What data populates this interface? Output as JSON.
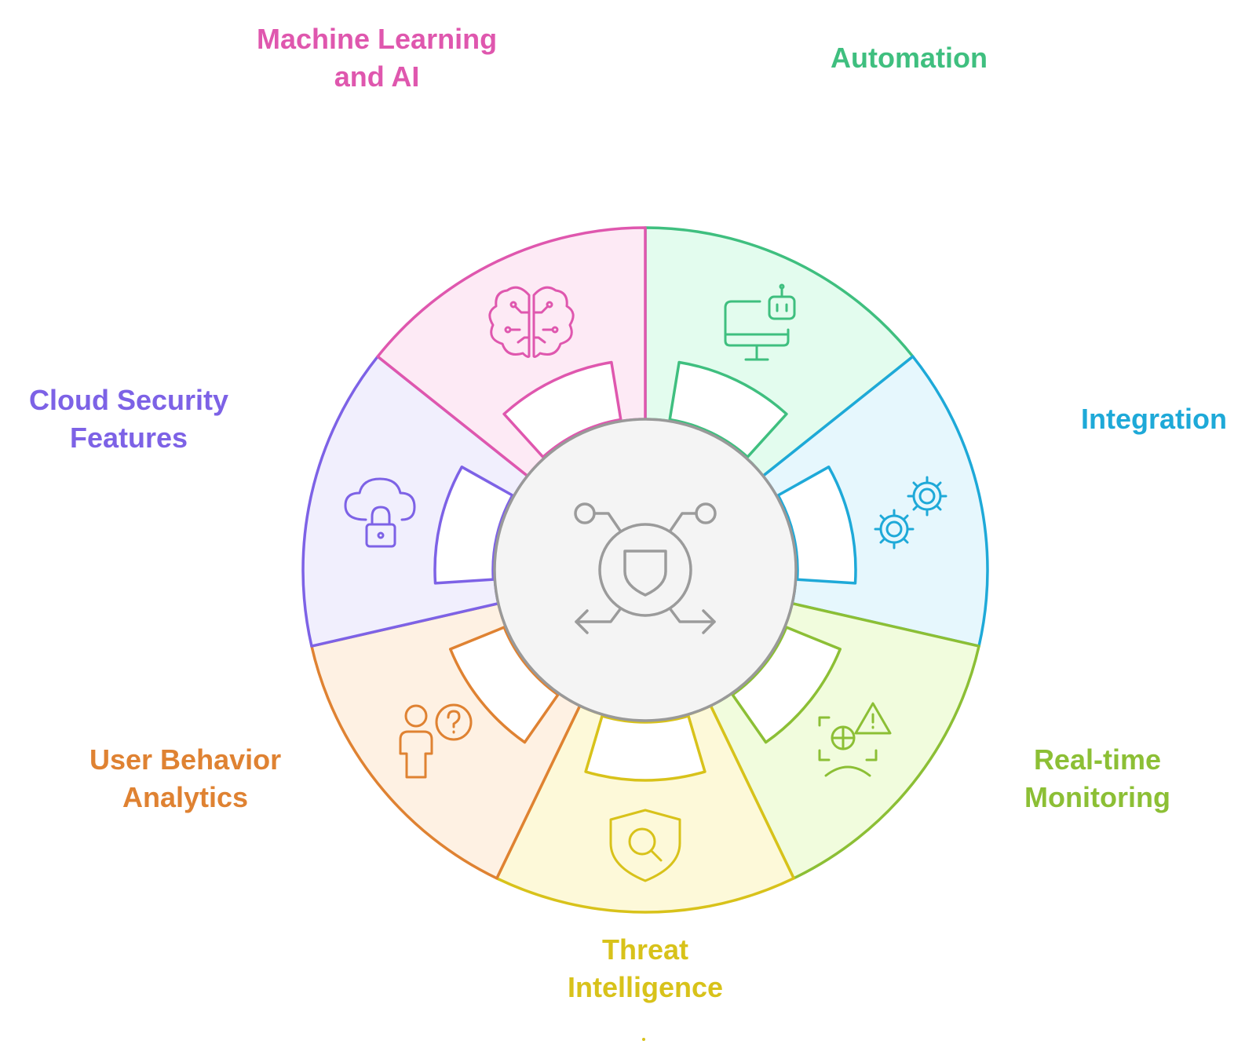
{
  "title": "",
  "colors": {
    "hub_fill": "#f4f4f4",
    "hub_stroke": "#999999",
    "hub_icon": "#9b9b9b"
  },
  "center": {
    "icon": "shield-network-icon"
  },
  "segments": [
    {
      "id": "automation",
      "lines": [
        "Automation"
      ],
      "icon": "computer-robot-icon",
      "color": "#3fbf7f",
      "fill": "#e3fcee"
    },
    {
      "id": "integration",
      "lines": [
        "Integration"
      ],
      "icon": "gears-icon",
      "color": "#1ea9d8",
      "fill": "#e6f7fd"
    },
    {
      "id": "realtime",
      "lines": [
        "Real-time",
        "Monitoring"
      ],
      "icon": "monitoring-alert-icon",
      "color": "#8cbf35",
      "fill": "#f1fcdd"
    },
    {
      "id": "threat",
      "lines": [
        "Threat",
        "Intelligence"
      ],
      "icon": "shield-search-icon",
      "color": "#d8c21a",
      "fill": "#fdf9d9"
    },
    {
      "id": "uba",
      "lines": [
        "User Behavior",
        "Analytics"
      ],
      "icon": "user-question-icon",
      "color": "#df8232",
      "fill": "#fef1e3"
    },
    {
      "id": "cloud",
      "lines": [
        "Cloud Security",
        "Features"
      ],
      "icon": "cloud-lock-icon",
      "color": "#7d62e6",
      "fill": "#f1effd"
    },
    {
      "id": "ml",
      "lines": [
        "Machine Learning",
        "and AI"
      ],
      "icon": "brain-circuit-icon",
      "color": "#df57ae",
      "fill": "#fdeaf5"
    }
  ],
  "footer": "."
}
